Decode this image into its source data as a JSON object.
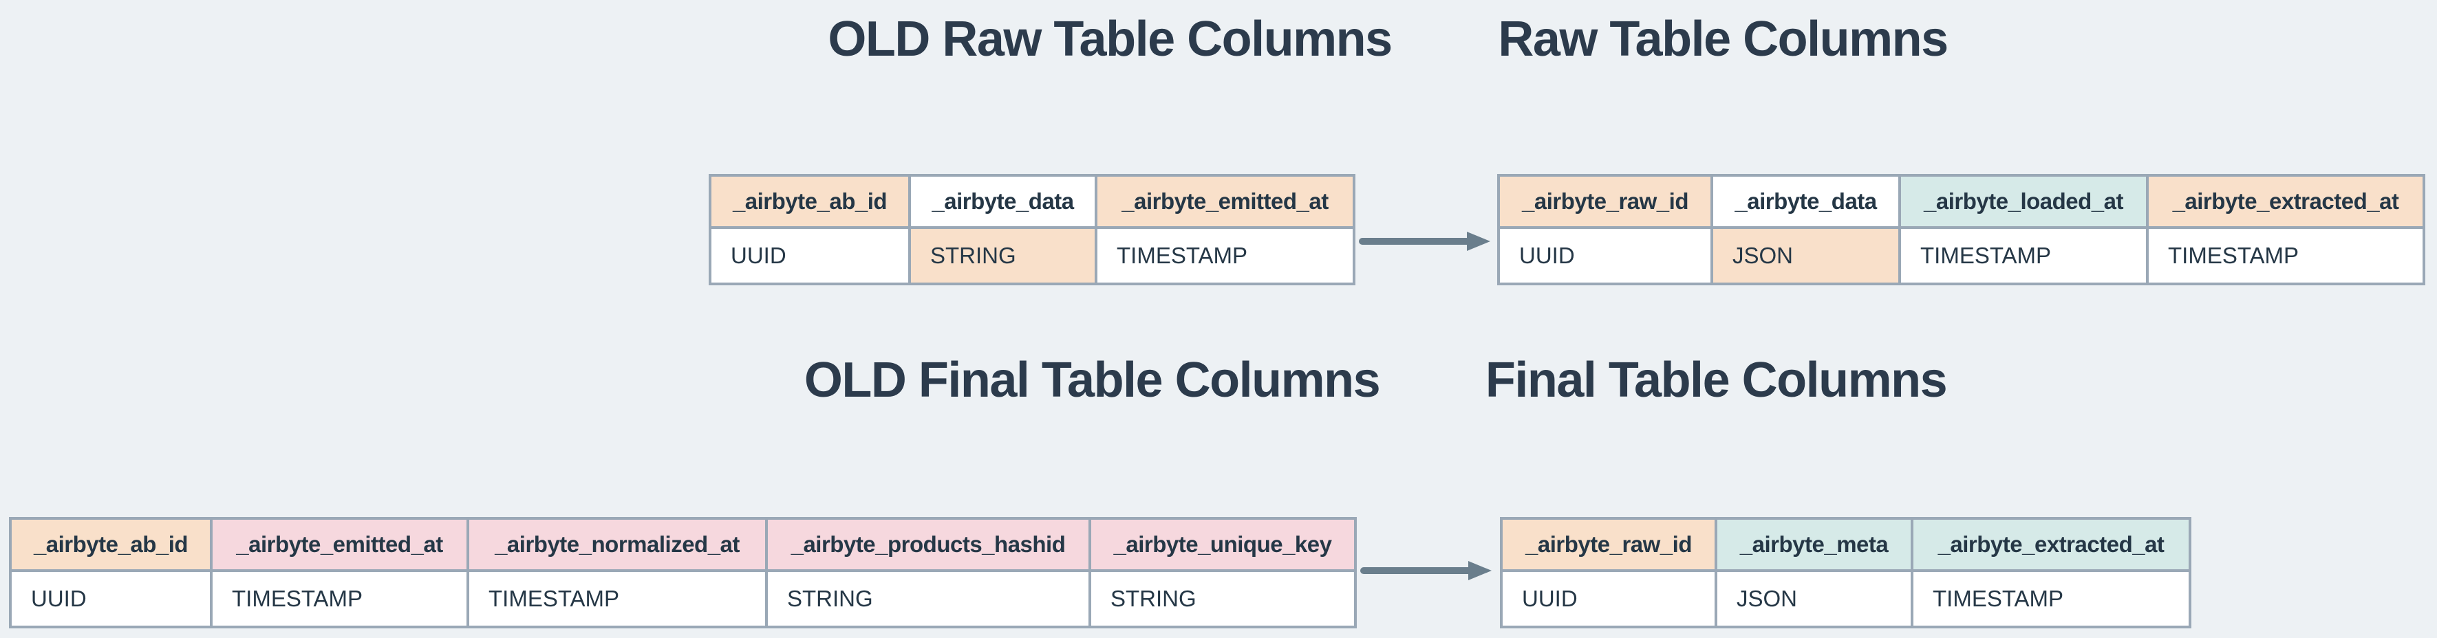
{
  "colors": {
    "background": "#edf1f4",
    "peach": "#f9e0ca",
    "pink": "#f6d8de",
    "teal": "#d6eae8",
    "white": "#ffffff",
    "cell_border": "#9aa8b6",
    "text": "#253746",
    "title_text": "#2c3b4c",
    "arrow": "#6a7e8c"
  },
  "legend_semantics": {
    "peach": "changed-or-renamed",
    "pink": "removed",
    "teal": "new",
    "white": "unchanged"
  },
  "icons": {
    "migration_arrow": "right-arrow"
  },
  "sections": [
    {
      "old_title": "OLD Raw Table Columns",
      "new_title": "Raw Table Columns",
      "old_table": {
        "columns": [
          {
            "name": "_airbyte_ab_id",
            "type": "UUID",
            "name_bg": "peach",
            "type_bg": "white"
          },
          {
            "name": "_airbyte_data",
            "type": "STRING",
            "name_bg": "white",
            "type_bg": "peach"
          },
          {
            "name": "_airbyte_emitted_at",
            "type": "TIMESTAMP",
            "name_bg": "peach",
            "type_bg": "white"
          }
        ]
      },
      "new_table": {
        "columns": [
          {
            "name": "_airbyte_raw_id",
            "type": "UUID",
            "name_bg": "peach",
            "type_bg": "white"
          },
          {
            "name": "_airbyte_data",
            "type": "JSON",
            "name_bg": "white",
            "type_bg": "peach"
          },
          {
            "name": "_airbyte_loaded_at",
            "type": "TIMESTAMP",
            "name_bg": "teal",
            "type_bg": "white"
          },
          {
            "name": "_airbyte_extracted_at",
            "type": "TIMESTAMP",
            "name_bg": "peach",
            "type_bg": "white"
          }
        ]
      }
    },
    {
      "old_title": "OLD Final Table Columns",
      "new_title": "Final Table Columns",
      "old_table": {
        "columns": [
          {
            "name": "_airbyte_ab_id",
            "type": "UUID",
            "name_bg": "peach",
            "type_bg": "white"
          },
          {
            "name": "_airbyte_emitted_at",
            "type": "TIMESTAMP",
            "name_bg": "pink",
            "type_bg": "white"
          },
          {
            "name": "_airbyte_normalized_at",
            "type": "TIMESTAMP",
            "name_bg": "pink",
            "type_bg": "white"
          },
          {
            "name": "_airbyte_products_hashid",
            "type": "STRING",
            "name_bg": "pink",
            "type_bg": "white"
          },
          {
            "name": "_airbyte_unique_key",
            "type": "STRING",
            "name_bg": "pink",
            "type_bg": "white"
          }
        ]
      },
      "new_table": {
        "columns": [
          {
            "name": "_airbyte_raw_id",
            "type": "UUID",
            "name_bg": "peach",
            "type_bg": "white"
          },
          {
            "name": "_airbyte_meta",
            "type": "JSON",
            "name_bg": "teal",
            "type_bg": "white"
          },
          {
            "name": "_airbyte_extracted_at",
            "type": "TIMESTAMP",
            "name_bg": "teal",
            "type_bg": "white"
          }
        ]
      }
    }
  ]
}
